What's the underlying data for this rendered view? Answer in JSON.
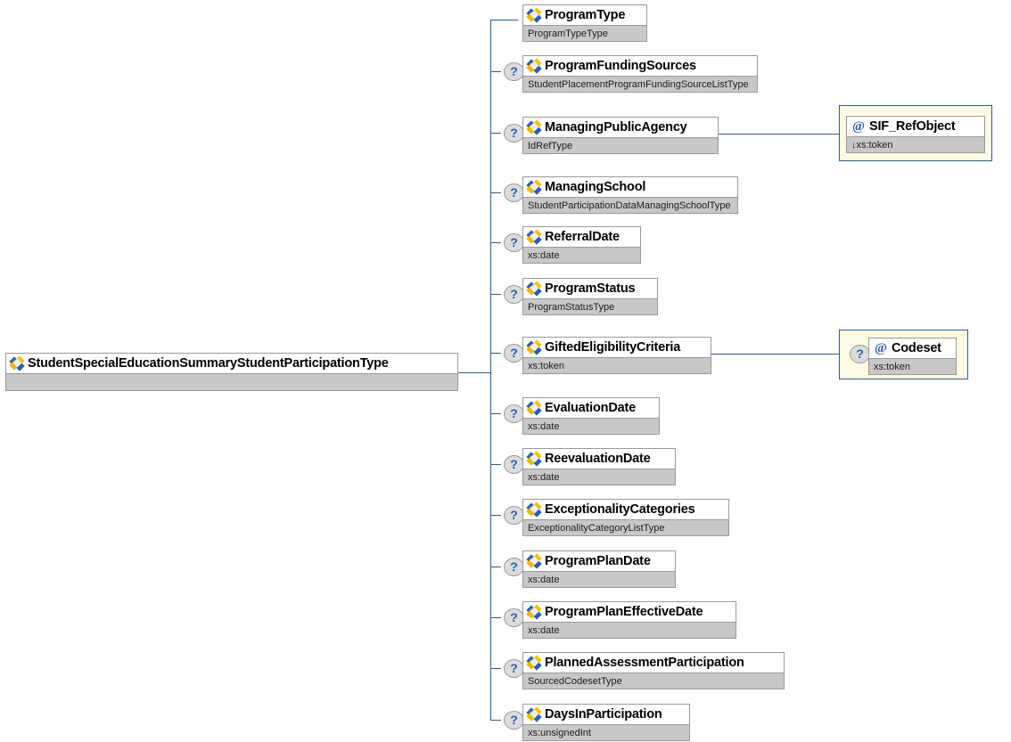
{
  "diagram": {
    "title": "StudentSpecialEducationSummaryStudentParticipationType",
    "accent_line_color": "#2c5d8f",
    "box_border_color": "#9a9a9a",
    "type_row_color": "#c8c8c8",
    "ref_container_color": "#fdfbe4"
  },
  "root": {
    "name": "StudentSpecialEducationSummaryStudentParticipationType",
    "type": "",
    "icon": "element-icon"
  },
  "children": [
    {
      "name": "ProgramType",
      "type": "ProgramTypeType",
      "optional": false,
      "icon": "element-icon"
    },
    {
      "name": "ProgramFundingSources",
      "type": "StudentPlacementProgramFundingSourceListType",
      "optional": true,
      "icon": "element-icon"
    },
    {
      "name": "ManagingPublicAgency",
      "type": "IdRefType",
      "optional": true,
      "icon": "element-icon"
    },
    {
      "name": "ManagingSchool",
      "type": "StudentParticipationDataManagingSchoolType",
      "optional": true,
      "icon": "element-icon"
    },
    {
      "name": "ReferralDate",
      "type": "xs:date",
      "optional": true,
      "icon": "element-icon"
    },
    {
      "name": "ProgramStatus",
      "type": "ProgramStatusType",
      "optional": true,
      "icon": "element-icon"
    },
    {
      "name": "GiftedEligibilityCriteria",
      "type": "xs:token",
      "optional": true,
      "icon": "element-icon"
    },
    {
      "name": "EvaluationDate",
      "type": "xs:date",
      "optional": true,
      "icon": "element-icon"
    },
    {
      "name": "ReevaluationDate",
      "type": "xs:date",
      "optional": true,
      "icon": "element-icon"
    },
    {
      "name": "ExceptionalityCategories",
      "type": "ExceptionalityCategoryListType",
      "optional": true,
      "icon": "element-icon"
    },
    {
      "name": "ProgramPlanDate",
      "type": "xs:date",
      "optional": true,
      "icon": "element-icon"
    },
    {
      "name": "ProgramPlanEffectiveDate",
      "type": "xs:date",
      "optional": true,
      "icon": "element-icon"
    },
    {
      "name": "PlannedAssessmentParticipation",
      "type": "SourcedCodesetType",
      "optional": true,
      "icon": "element-icon"
    },
    {
      "name": "DaysInParticipation",
      "type": "xs:unsignedInt",
      "optional": true,
      "icon": "element-icon"
    }
  ],
  "attributes": [
    {
      "name": "SIF_RefObject",
      "type": "↓xs:token",
      "optional": false,
      "icon": "attribute-icon",
      "parent": "ManagingPublicAgency"
    },
    {
      "name": "Codeset",
      "type": "xs:token",
      "optional": true,
      "icon": "attribute-icon",
      "parent": "GiftedEligibilityCriteria"
    }
  ]
}
